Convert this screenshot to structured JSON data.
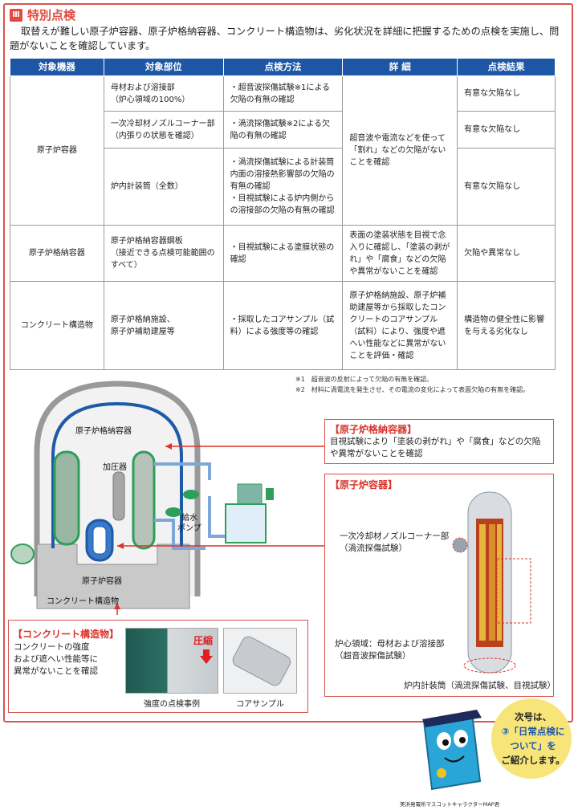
{
  "section": {
    "number": "Ⅲ",
    "title": "特別点検",
    "intro": "取替えが難しい原子炉容器、原子炉格納容器、コンクリート構造物は、劣化状況を詳細に把握するための点検を実施し、問題がないことを確認しています。"
  },
  "table": {
    "headers": [
      "対象機器",
      "対象部位",
      "点検方法",
      "詳 細",
      "点検結果"
    ],
    "reactor": {
      "equipment": "原子炉容器",
      "rows": [
        {
          "part_l1": "母材および溶接部",
          "part_l2": "（炉心領域の100%）",
          "method": "・超音波探傷試験※1による欠陥の有無の確認",
          "result": "有意な欠陥なし"
        },
        {
          "part_l1": "一次冷却材ノズルコーナー部",
          "part_l2": "（内張りの状態を確認）",
          "method": "・渦流探傷試験※2による欠陥の有無の確認",
          "result": "有意な欠陥なし"
        },
        {
          "part_l1": "炉内計装筒（全数）",
          "part_l2": "",
          "method": "・渦流探傷試験による計装筒内面の溶接熱影響部の欠陥の有無の確認",
          "method2": "・目視試験による炉内側からの溶接部の欠陥の有無の確認",
          "result": "有意な欠陥なし"
        }
      ],
      "detail": "超音波や電流などを使って「割れ」などの欠陥がないことを確認"
    },
    "containment": {
      "equipment": "原子炉格納容器",
      "part_l1": "原子炉格納容器鋼板",
      "part_l2": "（接近できる点検可能範囲のすべて）",
      "method": "・目視試験による塗膜状態の確認",
      "detail": "表面の塗装状態を目視で念入りに確認し、「塗装の剥がれ」や「腐食」などの欠陥や異常がないことを確認",
      "result": "欠陥や異常なし"
    },
    "concrete": {
      "equipment": "コンクリート構造物",
      "part_l1": "原子炉格納施設、",
      "part_l2": "原子炉補助建屋等",
      "method": "・採取したコアサンプル（試料）による強度等の確認",
      "detail": "原子炉格納施設、原子炉補助建屋等から採取したコンクリートのコアサンプル（試料）により、強度や遮へい性能などに異常がないことを評価・確認",
      "result": "構造物の健全性に影響を与える劣化なし"
    }
  },
  "notes": [
    "※1　超音波の反射によって欠陥の有無を確認。",
    "※2　材料に渦電流を発生させ、その電流の変化によって表面欠陥の有無を確認。"
  ],
  "diagram": {
    "containment_label": "原子炉格納容器",
    "pressurizer_label": "加圧器",
    "feedwater_label_1": "給水",
    "feedwater_label_2": "ポンプ",
    "reactor_label": "原子炉容器",
    "concrete_label": "コンクリート構造物"
  },
  "callouts": {
    "containment": {
      "head": "【原子炉格納容器】",
      "body": "目視試験により「塗装の剥がれ」や「腐食」などの欠陥や異常がないことを確認"
    },
    "reactor": {
      "head": "【原子炉容器】",
      "nozzle_l1": "一次冷却材ノズルコーナー部",
      "nozzle_l2": "（渦流探傷試験）",
      "core_l1": "炉心領域：母材および溶接部",
      "core_l2": "（超音波探傷試験）",
      "instr": "炉内計装筒（渦流探傷試験、目視試験）"
    },
    "concrete": {
      "head": "【コンクリート構造物】",
      "body_l1": "コンクリートの強度",
      "body_l2": "および遮へい性能等に",
      "body_l3": "異常がないことを確認"
    }
  },
  "photos": {
    "strength_caption": "強度の点検事例",
    "core_caption": "コアサンプル",
    "press_label": "圧縮"
  },
  "mascot": {
    "l1": "次号は、",
    "l2": "③「日常点検に",
    "l3": "ついて」を",
    "l4": "ご紹介します。",
    "credit": "美浜発電所マスコットキャラクターMAP君"
  },
  "colors": {
    "accent_red": "#d9534f",
    "header_blue": "#1e56a6",
    "reactor_blue": "#1d5aa8",
    "pipe_green": "#2e9e5b"
  }
}
